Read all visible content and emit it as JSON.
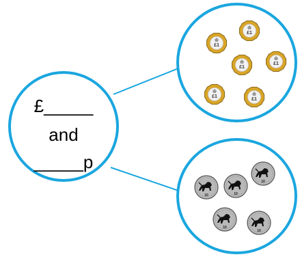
{
  "prompt": {
    "pounds_line": "£_____",
    "and_line": "and",
    "pence_line": "_____p"
  },
  "coins": {
    "pound_group": {
      "denomination_label": "£1",
      "count": 6,
      "coin_colors": {
        "outer": "#d9a528",
        "inner": "#f2f2f2",
        "edge": "#8a6a1a"
      }
    },
    "ten_pence_group": {
      "denomination_label": "10",
      "count": 5,
      "coin_colors": {
        "body": "#b9b9b9",
        "edge": "#555555",
        "figure": "#111111"
      }
    }
  },
  "colors": {
    "ring": "#1aa6df",
    "connector": "#1aa6df",
    "text": "#000000"
  }
}
